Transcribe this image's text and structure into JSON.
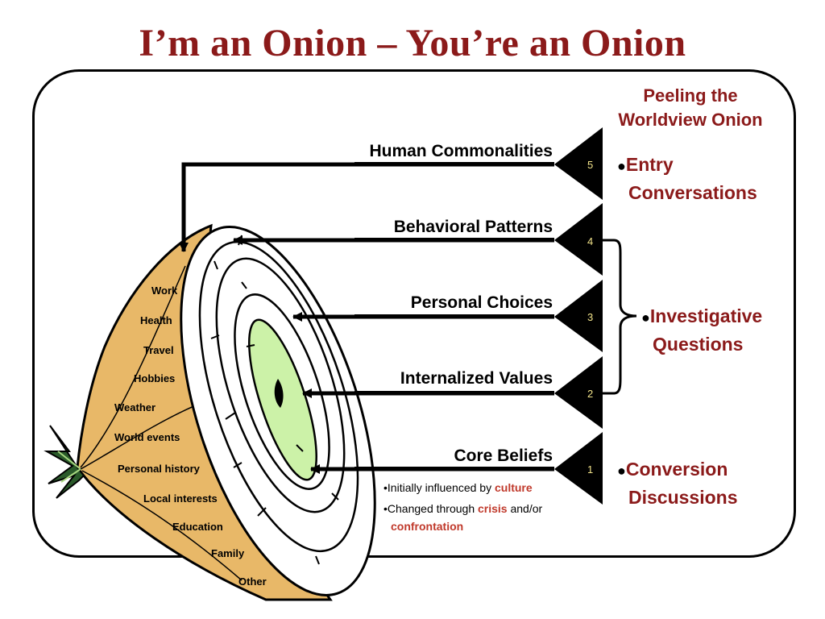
{
  "title": "I’m an Onion – You’re an Onion",
  "colors": {
    "accent": "#8B1A1A",
    "onion_skin": "#E8B868",
    "onion_core": "#CCF2A8",
    "number": "#F2E38A"
  },
  "sidebar": {
    "title": "Peeling the Worldview Onion",
    "entry": {
      "bullet": "●",
      "line1": "Entry",
      "line2": "Conversations"
    },
    "investigative": {
      "bullet": "●",
      "line1": "Investigative",
      "line2": "Questions"
    },
    "conversion": {
      "bullet": "●",
      "line1": "Conversion",
      "line2": "Discussions"
    }
  },
  "layers": [
    {
      "label": "Human Commonalities",
      "number": "5"
    },
    {
      "label": "Behavioral Patterns",
      "number": "4"
    },
    {
      "label": "Personal Choices",
      "number": "3"
    },
    {
      "label": "Internalized Values",
      "number": "2"
    },
    {
      "label": "Core Beliefs",
      "number": "1"
    }
  ],
  "notes": {
    "line1_prefix": "•Initially influenced by ",
    "line1_key": "culture",
    "line2_prefix": "•Changed through ",
    "line2_key": "crisis",
    "line2_suffix": " and/or",
    "line3_key": "confrontation"
  },
  "onion_topics": [
    "Work",
    "Health",
    "Travel",
    "Hobbies",
    "Weather",
    "World events",
    "Personal history",
    "Local interests",
    "Education",
    "Family",
    "Other"
  ]
}
